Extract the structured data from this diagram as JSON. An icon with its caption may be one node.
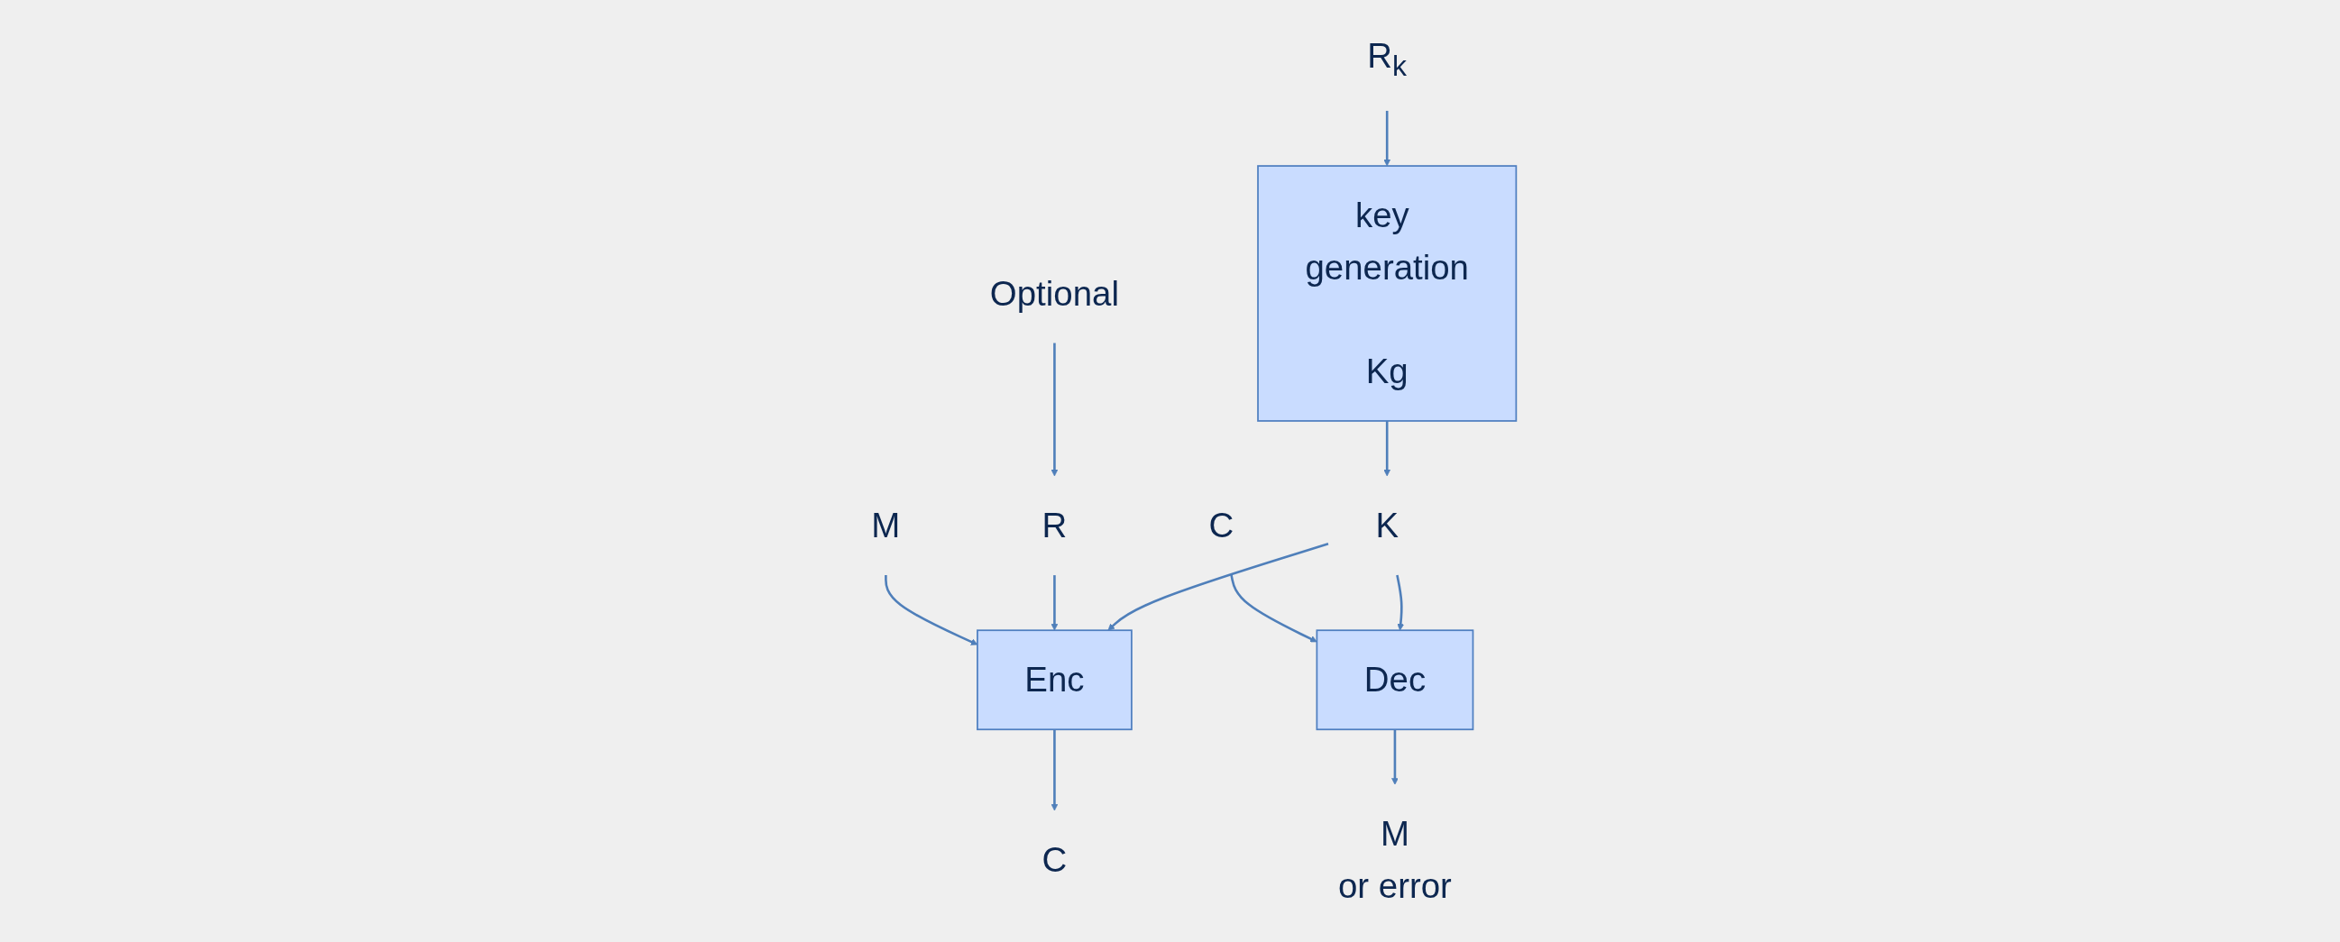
{
  "diagram": {
    "nodes": [
      {
        "text": [
          "key generation",
          "Kg"
        ]
      },
      {
        "text": [
          "R$_{k}$"
        ]
      },
      {
        "text": [
          "K"
        ]
      },
      {
        "text": [
          "Optional"
        ]
      },
      {
        "text": [
          "R"
        ]
      },
      {
        "text": [
          "M"
        ]
      },
      {
        "text": [
          "Enc"
        ]
      },
      {
        "text": [
          "C"
        ]
      },
      {
        "text": [
          "C"
        ]
      },
      {
        "text": [
          "Dec"
        ]
      },
      {
        "text": [
          "M",
          "or error"
        ]
      }
    ],
    "edges": [
      {
        "from": 1,
        "to": 0,
        "arrow": "to"
      },
      {
        "from": 0,
        "to": 2,
        "arrow": "to"
      },
      {
        "from": 2,
        "to": 6,
        "arrow": "to"
      },
      {
        "from": 2,
        "to": 9,
        "arrow": "to"
      },
      {
        "from": 3,
        "to": 4,
        "arrow": "to"
      },
      {
        "from": 4,
        "to": 6,
        "arrow": "to"
      },
      {
        "from": 5,
        "to": 6,
        "arrow": "to"
      },
      {
        "from": 6,
        "to": 7,
        "arrow": "to"
      },
      {
        "from": 8,
        "to": 9,
        "arrow": "to"
      },
      {
        "from": 9,
        "to": 10,
        "arrow": "to"
      }
    ]
  }
}
